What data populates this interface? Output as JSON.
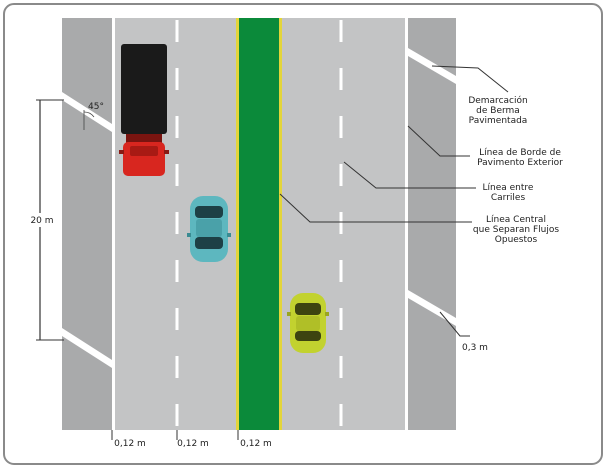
{
  "labels": {
    "berma_line1": "Demarcación",
    "berma_line2": "de Berma",
    "berma_line3": "Pavimentada",
    "borde_line1": "Línea de Borde de",
    "borde_line2": "Pavimento Exterior",
    "carriles_line1": "Línea entre",
    "carriles_line2": "Carriles",
    "central_line1": "Línea Central",
    "central_line2": "que Separan Flujos",
    "central_line3": "Opuestos",
    "angle": "45°",
    "distance": "20  m",
    "width_03": "0,3 m",
    "width_012_a": "0,12 m",
    "width_012_b": "0,12 m",
    "width_012_c": "0,12 m"
  },
  "colors": {
    "frame": "#8a8a8a",
    "shoulder": "#a9aaab",
    "lane": "#c3c4c5",
    "marking": "#ffffff",
    "median": "#0b8a3a",
    "median_edge": "#e3d53a",
    "truck_cargo": "#1a1a1a",
    "truck_cab": "#d8261f",
    "car_teal": "#5db7bf",
    "car_yellow": "#c2d22f"
  }
}
